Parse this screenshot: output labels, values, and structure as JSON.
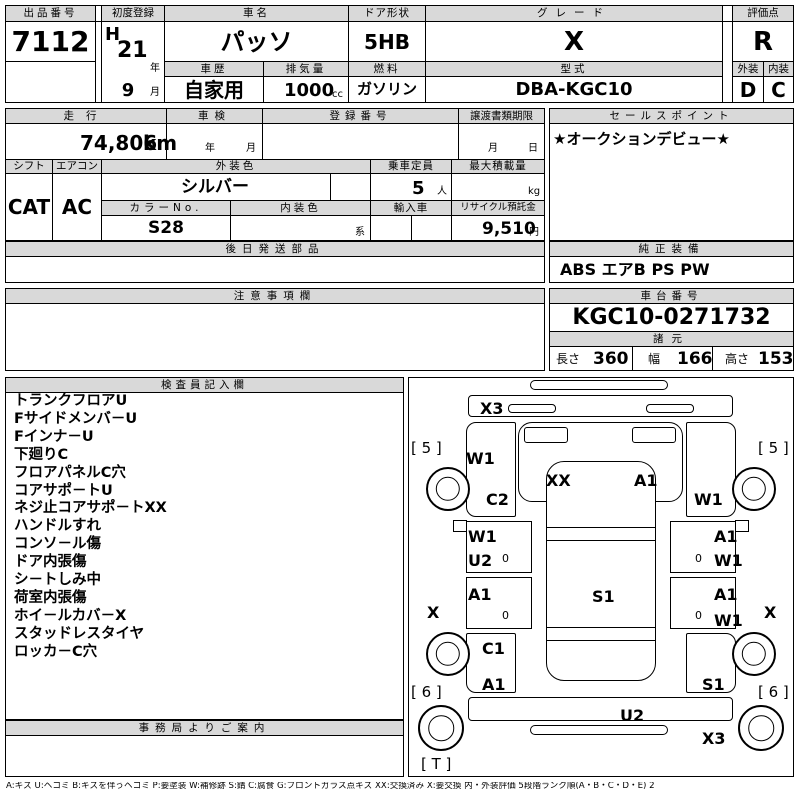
{
  "header": {
    "lot_label": "出品番号",
    "lot": "7112",
    "reg_label": "初度登録",
    "era": "H",
    "reg_year": "21",
    "year_unit": "年",
    "reg_month": "9",
    "month_unit": "月",
    "name_label": "車名",
    "name": "パッソ",
    "door_label": "ドア形状",
    "door": "5HB",
    "grade_label": "グレード",
    "grade": "X",
    "score_label": "評価点",
    "score": "R",
    "history_label": "車歴",
    "history": "自家用",
    "disp_label": "排気量",
    "disp": "1000",
    "disp_unit": "cc",
    "fuel_label": "燃料",
    "fuel": "ガソリン",
    "model_label": "型式",
    "model": "DBA-KGC10",
    "ext_label": "外装",
    "ext": "D",
    "int_label": "内装",
    "int": "C"
  },
  "middle": {
    "mileage_label": "走行",
    "mileage": "74,806",
    "mileage_unit": "km",
    "inspect_label": "車検",
    "inspect_year_unit": "年",
    "inspect_month_unit": "月",
    "plate_label": "登録番号",
    "transfer_label": "譲渡書類期限",
    "transfer_month_unit": "月",
    "transfer_day_unit": "日",
    "shift_label": "シフト",
    "shift": "CAT",
    "ac_label": "エアコン",
    "ac": "AC",
    "color_label": "外装色",
    "color": "シルバー",
    "seats_label": "乗車定員",
    "seats": "5",
    "seats_unit": "人",
    "load_label": "最大積載量",
    "load_unit": "kg",
    "colorno_label": "カラーNo.",
    "colorno": "S28",
    "intcolor_label": "内装色",
    "intcolor_unit": "系",
    "import_label": "輸入車",
    "recycle_label": "リサイクル預託金",
    "recycle": "9,510",
    "recycle_unit": "円",
    "later_label": "後日発送部品",
    "notes_label": "注意事項欄"
  },
  "right": {
    "sales_label": "セールスポイント",
    "sales": "★オークションデビュー★",
    "equip_label": "純正装備",
    "equip": "ABS エアB PS PW",
    "chassis_label": "車台番号",
    "chassis": "KGC10-0271732",
    "spec_label": "諸元",
    "length_label": "長さ",
    "length": "360",
    "width_label": "幅",
    "width": "166",
    "height_label": "高さ",
    "height": "153"
  },
  "inspector": {
    "title": "検査員記入欄",
    "notes": [
      "トランクフロアU",
      "Fサイドメンバ－U",
      "Fインナ－U",
      "下廻りC",
      "フロアパネルC穴",
      "コアサポ－トU",
      "ネジ止コアサポ－トXX",
      "ハンドルすれ",
      "コンソ－ル傷",
      "ドア内張傷",
      "シ－トしみ中",
      "荷室内張傷",
      "ホイ－ルカバ－X",
      "スタッドレスタイヤ",
      "ロッカ－C穴"
    ]
  },
  "office": {
    "title": "事務局よりご案内"
  },
  "diagram": {
    "brackets": [
      "[ 5 ]",
      "[ 5 ]",
      "[ 6 ]",
      "[ 6 ]",
      "[ T ]"
    ],
    "marks": [
      "X3",
      "W1",
      "C2",
      "XX",
      "A1",
      "W1",
      "W1",
      "U2",
      "A1",
      "W1",
      "A1",
      "S1",
      "A1",
      "W1",
      "X",
      "X",
      "C1",
      "A1",
      "S1",
      "U2",
      "X3"
    ]
  },
  "legend": "A:キズ U:ヘコミ B:キズを伴うヘコミ P:要塗装 W:補修跡 S:錆 C:腐食 G:フロントガラス点キズ XX:交換済み X:要交換 内・外装評価 5段階ランク順(A・B・C・D・E) 2"
}
